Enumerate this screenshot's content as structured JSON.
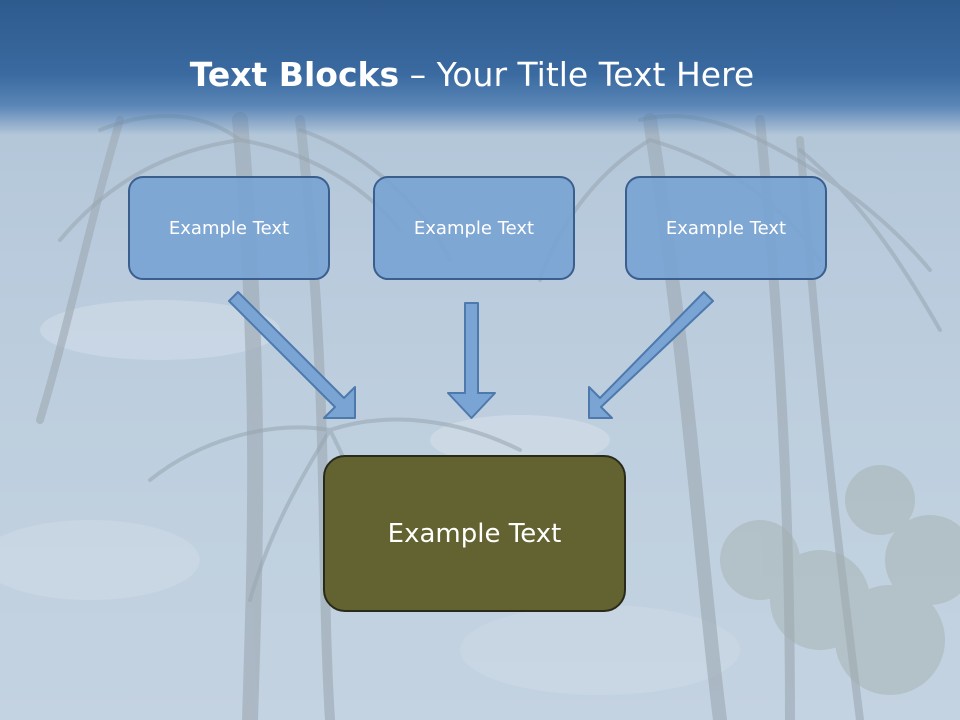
{
  "title": {
    "bold": "Text Blocks",
    "dash": " – ",
    "rest": "Your Title Text Here"
  },
  "boxes": [
    {
      "label": "Example Text"
    },
    {
      "label": "Example Text"
    },
    {
      "label": "Example Text"
    }
  ],
  "main_box": {
    "label": "Example Text"
  },
  "colors": {
    "title_band": "#2e5a8e",
    "box_fill": "#7aa4d4",
    "box_border": "#3a5f8f",
    "main_box_fill": "#636331",
    "arrow_fill": "#7aa4d4"
  }
}
